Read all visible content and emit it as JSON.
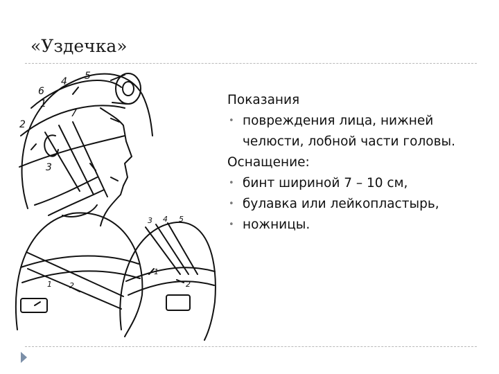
{
  "slide": {
    "title": "«Уздечка»"
  },
  "figure": {
    "top_numbers": [
      "5",
      "4",
      "6",
      "1",
      "7",
      "2",
      "3"
    ],
    "bottom_left_numbers": [
      "1",
      "2"
    ],
    "bottom_right_numbers": [
      "3",
      "4",
      "5",
      "1",
      "2"
    ]
  },
  "content": {
    "indications_heading": "Показания",
    "indications": [
      "повреждения лица, нижней челюсти, лобной части головы."
    ],
    "equipment_heading": "Оснащение:",
    "equipment": [
      "бинт шириной 7 – 10 см,",
      "булавка или лейкопластырь,",
      "ножницы."
    ]
  },
  "colors": {
    "rule": "#b8b8b8",
    "nav_arrow": "#7b8fa8",
    "bullet": "#7a7a7a"
  },
  "icons": {
    "nav": "triangle-right-icon",
    "bullet": "bullet-dot-icon"
  }
}
